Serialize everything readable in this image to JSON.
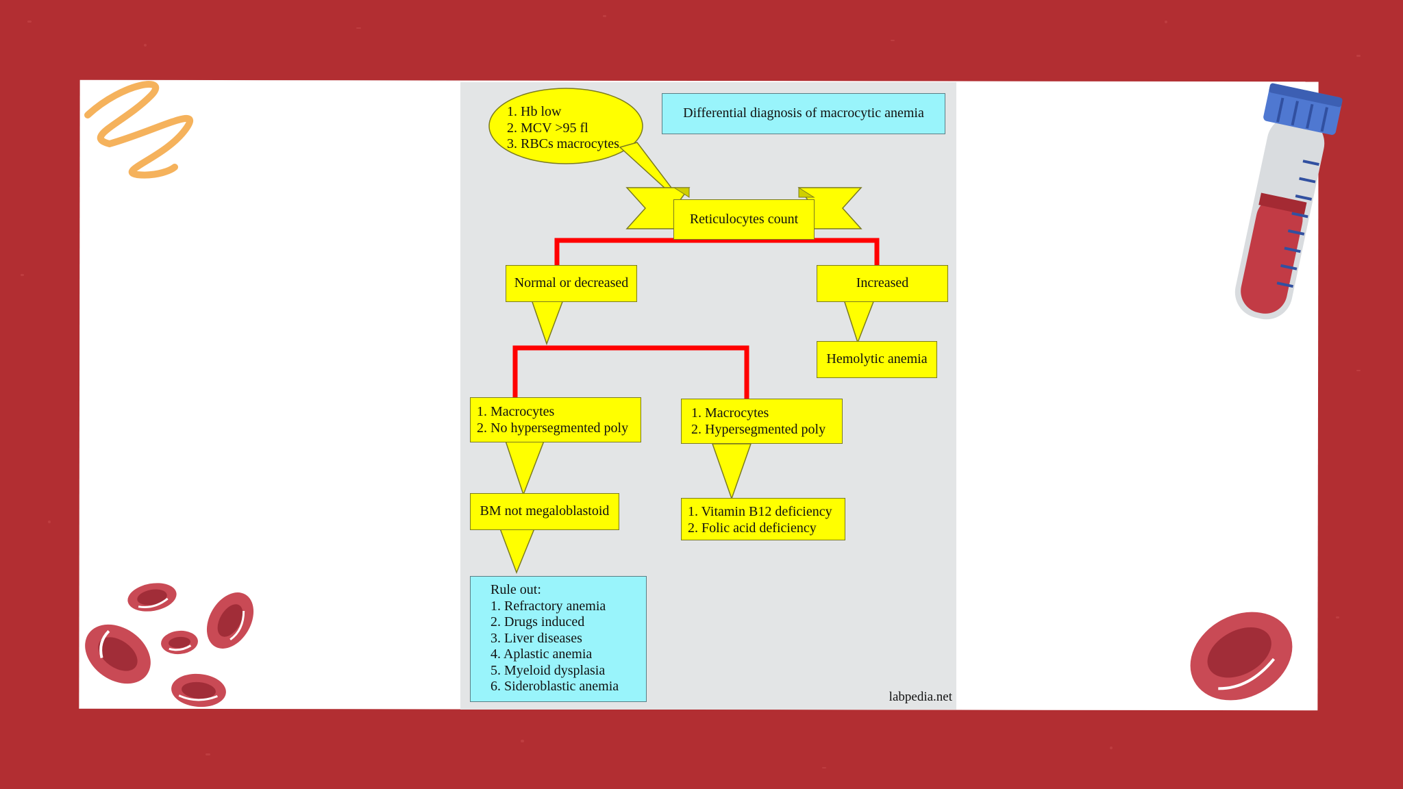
{
  "title": "Differential diagnosis of macrocytic anemia",
  "criteria": [
    "1. Hb low",
    "2. MCV >95 fl",
    "3. RBCs macrocytes"
  ],
  "root": "Reticulocytes count",
  "branches": {
    "left": "Normal or decreased",
    "right": "Increased"
  },
  "increased_result": "Hemolytic anemia",
  "left_subbranch": [
    "1. Macrocytes",
    "2. No hypersegmented poly"
  ],
  "right_subbranch": [
    "1. Macrocytes",
    "2. Hypersegmented poly"
  ],
  "bm_result": "BM not megaloblastoid",
  "deficiency_result": [
    "1. Vitamin B12 deficiency",
    "2. Folic acid deficiency"
  ],
  "rule_out": {
    "heading": "Rule out:",
    "items": [
      "1. Refractory anemia",
      "2. Drugs induced",
      "3. Liver diseases",
      "4. Aplastic anemia",
      "5. Myeloid dysplasia",
      "6. Sideroblastic anemia"
    ]
  },
  "watermark": "labpedia.net",
  "colors": {
    "background": "#b22e32",
    "box_yellow": "#ffff00",
    "box_cyan": "#99f4fb",
    "connector": "#ff0000"
  },
  "decorations": [
    "squiggle-doodle",
    "test-tube-icon",
    "red-blood-cells-icon"
  ]
}
